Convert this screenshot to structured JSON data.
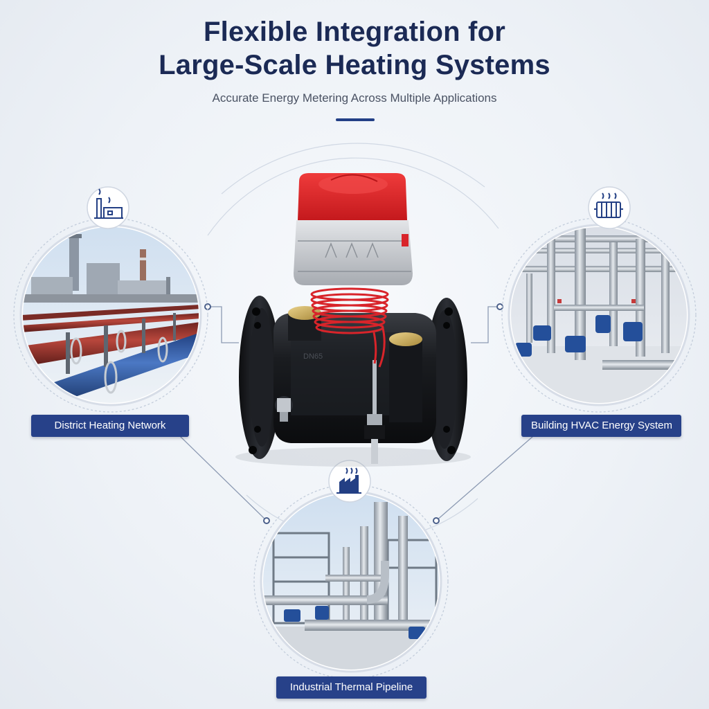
{
  "header": {
    "title_line1": "Flexible Integration for",
    "title_line2": "Large-Scale Heating Systems",
    "subtitle": "Accurate Energy Metering Across Multiple Applications"
  },
  "product": {
    "body_marking": "DN65"
  },
  "applications": [
    {
      "label": "District Heating Network",
      "icon": "power-plant-icon"
    },
    {
      "label": "Building HVAC Energy System",
      "icon": "radiator-icon"
    },
    {
      "label": "Industrial Thermal Pipeline",
      "icon": "factory-icon"
    }
  ],
  "colors": {
    "title": "#1b2a55",
    "label_bg": "#274189",
    "accent_red": "#d8242a",
    "meter_body": "#16181c"
  }
}
